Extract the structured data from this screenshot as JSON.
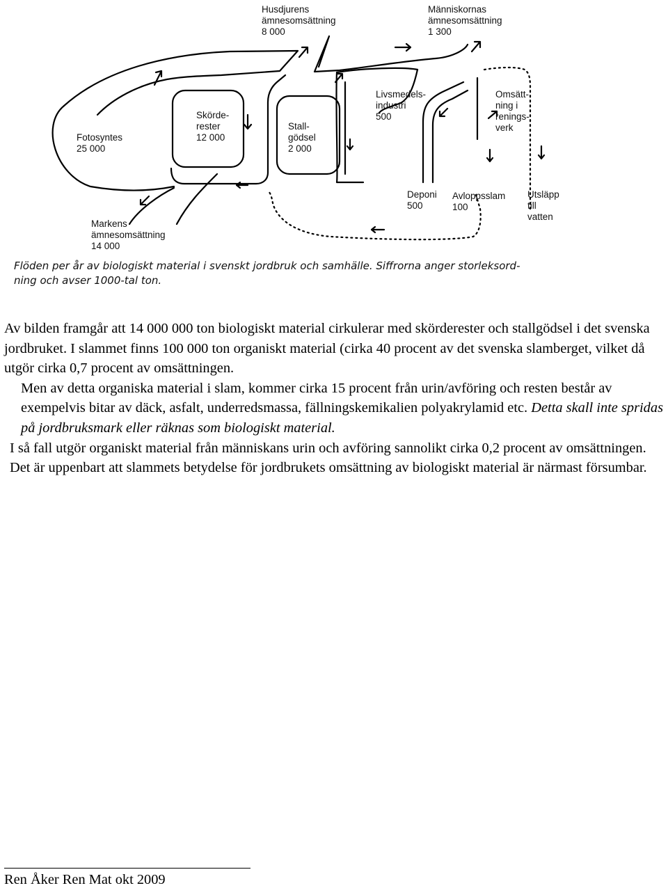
{
  "diagram": {
    "labels": {
      "husdjurens": "Husdjurens\nämnesomsättning\n8 000",
      "manniskornas": "Människornas\nämnesomsättning\n1 300",
      "livsmedel": "Livsmedels-\nindustri\n500",
      "omsattning": "Omsätt-\nning i\nrenings-\nverk",
      "skorde": "Skörde-\nrester\n12 000",
      "stall": "Stall-\ngödsel\n2 000",
      "fotosyntes": "Fotosyntes\n25 000",
      "deponi": "Deponi\n500",
      "avlopp": "Avloppsslam\n100",
      "utslapp": "Utsläpp\ntill\nvatten",
      "markens": "Markens\nämnesomsättning\n14 000"
    },
    "caption": "Flöden per år av biologiskt material i svenskt jordbruk och samhälle. Siffrorna anger storleksord-\nning och avser 1000-tal ton."
  },
  "text": {
    "p1": "Av bilden framgår att 14 000 000 ton biologiskt material cirkulerar med skörderester och stallgödsel i det svenska jordbruket. I slammet finns 100 000 ton organiskt material (cirka 40 procent av det svenska slamberget, vilket då utgör cirka 0,7 procent av omsättningen.",
    "p2": "Men av detta organiska material i slam, kommer cirka 15 procent från urin/avföring och resten består av exempelvis bitar av däck, asfalt, underredsmassa, fällningskemikalien polyakrylamid etc. ",
    "p2_italic": "Detta skall inte spridas på jordbruksmark eller räknas som biologiskt material.",
    "p3": "I så fall utgör organiskt material från människans urin och avföring sannolikt cirka 0,2 procent av omsättningen. Det är uppenbart att slammets betydelse för jordbrukets omsättning av biologiskt material är närmast försumbar."
  },
  "footer": "Ren Åker Ren Mat okt 2009"
}
